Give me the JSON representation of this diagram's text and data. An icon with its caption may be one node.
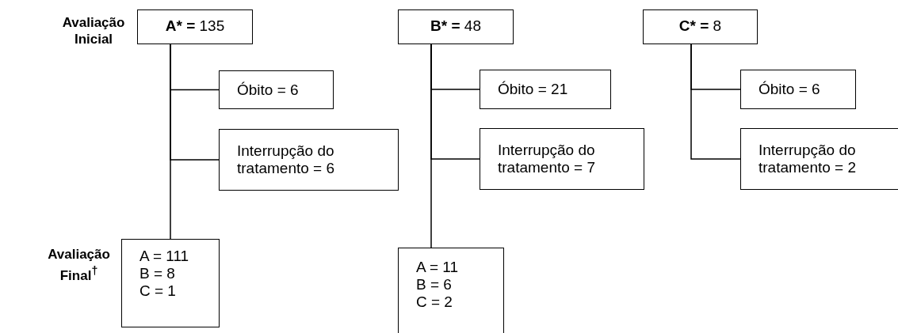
{
  "diagram": {
    "nodes": [
      {
        "text": [
          "**A* =** 135"
        ]
      },
      {
        "text": [
          "Óbito = 6"
        ]
      },
      {
        "text": [
          "Interrupção do tratamento = 6"
        ]
      },
      {
        "text": [
          "A = 111",
          "B = 8",
          "C = 1"
        ]
      },
      {
        "text": [
          "**B* =** 48"
        ]
      },
      {
        "text": [
          "Óbito = 21"
        ]
      },
      {
        "text": [
          "Interrupção do tratamento = 7"
        ]
      },
      {
        "text": [
          "A = 11",
          "B = 6",
          "C = 2"
        ]
      },
      {
        "text": [
          "**C* =** 8"
        ]
      },
      {
        "text": [
          "Óbito = 6"
        ]
      },
      {
        "text": [
          "Interrupção do tratamento = 2"
        ]
      }
    ],
    "edges": [
      {
        "from": 0,
        "to": 1,
        "arrow": "none"
      },
      {
        "from": 0,
        "to": 2,
        "arrow": "none"
      },
      {
        "from": 0,
        "to": 3,
        "arrow": "none"
      },
      {
        "from": 4,
        "to": 5,
        "arrow": "none"
      },
      {
        "from": 4,
        "to": 6,
        "arrow": "none"
      },
      {
        "from": 4,
        "to": 7,
        "arrow": "none"
      },
      {
        "from": 8,
        "to": 9,
        "arrow": "none"
      },
      {
        "from": 8,
        "to": 10,
        "arrow": "none"
      }
    ],
    "labels": [
      "Avaliação Inicial",
      "Avaliação Final$^{†}$"
    ]
  }
}
